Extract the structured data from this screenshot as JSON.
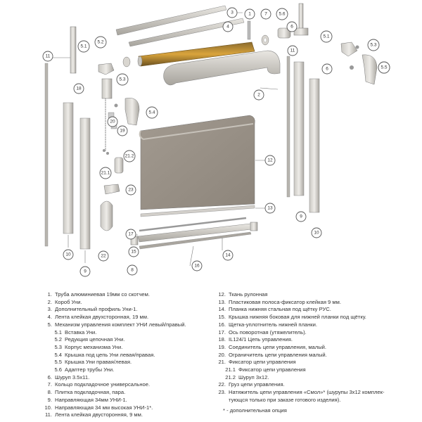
{
  "callouts": [
    "1",
    "7",
    "5.6",
    "2",
    "3",
    "4",
    "6",
    "5.1",
    "5.2",
    "5.3",
    "5.4",
    "5.5",
    "5.1",
    "5.3",
    "6",
    "5.5",
    "11",
    "11",
    "18",
    "20",
    "19",
    "21.2",
    "21.1",
    "23",
    "22",
    "10",
    "9",
    "8",
    "12",
    "13",
    "17",
    "14",
    "16",
    "15",
    "9",
    "10"
  ],
  "legend_left": [
    {
      "num": "1.",
      "text": "Труба алюминиевая 19мм со скотчем."
    },
    {
      "num": "2.",
      "text": "Короб Уни."
    },
    {
      "num": "3.",
      "text": "Дополнительный профиль Уни-1."
    },
    {
      "num": "4.",
      "text": "Лента клейкая двухсторонная, 19 мм."
    },
    {
      "num": "5.",
      "text": "Механизм управления комплект УНИ левый/правый."
    },
    {
      "num": "5.1",
      "text": "Вставка Уни.",
      "sub": true
    },
    {
      "num": "5.2",
      "text": "Редукция цепочная Уни.",
      "sub": true
    },
    {
      "num": "5.3",
      "text": "Корпус механизма Уни.",
      "sub": true
    },
    {
      "num": "5.4",
      "text": "Крышка под цепь Уни левая/правая.",
      "sub": true
    },
    {
      "num": "5.5",
      "text": "Крышка Уни правая/левая.",
      "sub": true
    },
    {
      "num": "5.6",
      "text": "Адаптер трубы Уни.",
      "sub": true
    },
    {
      "num": "6.",
      "text": "Шуруп 3.5х11."
    },
    {
      "num": "7.",
      "text": "Кольцо подкладочное универсальное."
    },
    {
      "num": "8.",
      "text": "Плитка подкладочная, пара."
    },
    {
      "num": "9.",
      "text": "Направляющая 34мм УНИ-1."
    },
    {
      "num": "10.",
      "text": "Направляющая 34 мм высокая УНИ-1*."
    },
    {
      "num": "11.",
      "text": "Лента клейкая двусторонняя, 9 мм."
    }
  ],
  "legend_right": [
    {
      "num": "12.",
      "text": "Ткань рулонная"
    },
    {
      "num": "13.",
      "text": "Пластиковая полоса-фиксатор клейкая 9 мм."
    },
    {
      "num": "14.",
      "text": "Планка нижняя стальная под щётку РУС."
    },
    {
      "num": "15.",
      "text": "Крышка нижняя боковая для нижней планки под щётку."
    },
    {
      "num": "16.",
      "text": "Щетка-уплотнитель нижней планки."
    },
    {
      "num": "17.",
      "text": "Ось поворотная (утяжелитель)."
    },
    {
      "num": "18.",
      "text": "IL124/1 Цепь управления."
    },
    {
      "num": "19.",
      "text": "Соединитель цепи управления, малый."
    },
    {
      "num": "20.",
      "text": "Ограничитель цепи управления малый."
    },
    {
      "num": "21.",
      "text": "Фиксатор цепи управления"
    },
    {
      "num": "21.1",
      "text": "Фиксатор цепи управления",
      "sub": true
    },
    {
      "num": "21.2",
      "text": "Шуруп 3х12.",
      "sub": true
    },
    {
      "num": "22.",
      "text": "Груз цепи управления."
    },
    {
      "num": "23.",
      "text": "Натяжитель цепи управления «Смол»* (шурупы 3х12 комплек-",
      "wrap": true
    },
    {
      "num": "",
      "text": "тующся только при заказе готового изделия).",
      "cont": true
    }
  ],
  "note": "* - дополнительная опция"
}
